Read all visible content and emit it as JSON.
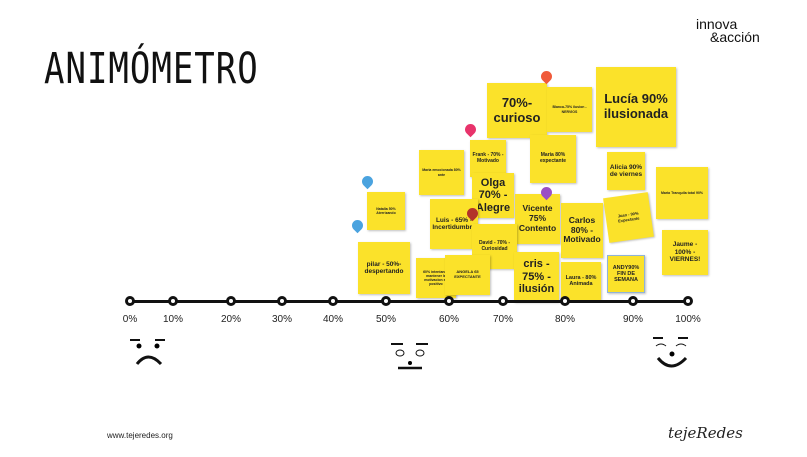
{
  "title": "ANIMÓMETRO",
  "logo": {
    "line1": "innova",
    "line2": "&acción"
  },
  "footer": {
    "url": "www.tejeredes.org",
    "brand": "tejeRedes"
  },
  "scale": [
    "0%",
    "10%",
    "20%",
    "30%",
    "40%",
    "50%",
    "60%",
    "70%",
    "80%",
    "90%",
    "100%"
  ],
  "notes": [
    "70%- curioso",
    "Blanca-75% ilusion - NERVIOS",
    "Lucía 90% ilusionada",
    "Frank - 70% - Motivado",
    "Maria 80% expectante",
    "Maria emocionada 80% ante",
    "Alicia 90% de viernes",
    "Natalia 50% Aterrizando",
    "Olga 70% - Alegre",
    "Maria Tranquila total 90%",
    "Luis - 65% - Incertidumbre",
    "Vicente 75% Contento",
    "Carlos 80% - Motivado",
    "Juan - 90% Expectante",
    "David - 70% - Curiosidad",
    "pilar - 50%- despertando",
    "Jaume - 100% - VIERNES!",
    "60% intentando mantener la motivacion en positivo",
    "ANGELA 65 EXPECTANTE",
    "cris - 75% - ilusión",
    "Laura - 80% Animada",
    "ANDY90% FIN DE SEMANA"
  ],
  "colors": {
    "note": "#fbe22a",
    "pin_blue": "#4aa3df",
    "pin_pink": "#e8336b",
    "pin_orange": "#f05a3a",
    "pin_red": "#b3332a",
    "pin_purple": "#9b4fc4"
  }
}
